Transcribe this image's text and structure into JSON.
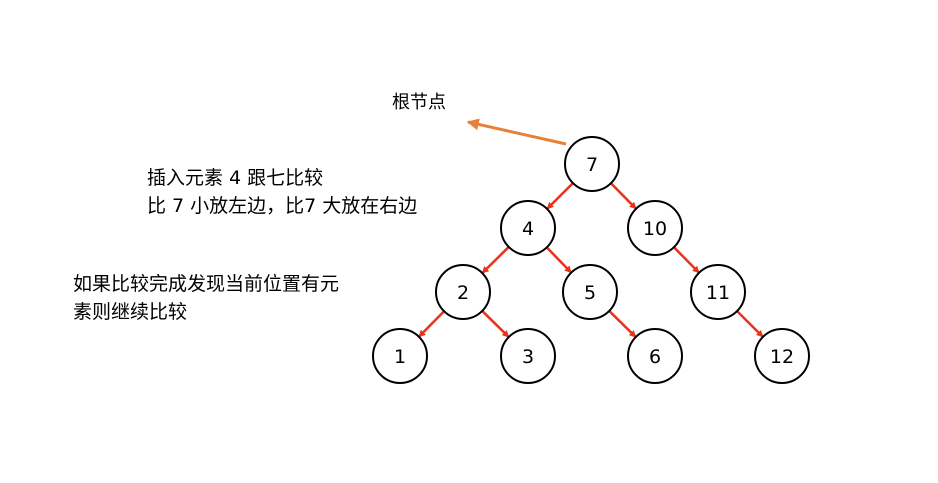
{
  "labels": {
    "root": "根节点",
    "note1_line1": "插入元素 4 跟七比较",
    "note1_line2": "比 7 小放左边，比7 大放在右边",
    "note2_line1": "如果比较完成发现当前位置有元",
    "note2_line2": "素则继续比较"
  },
  "tree": {
    "nodes": [
      {
        "id": "n7",
        "value": "7"
      },
      {
        "id": "n4",
        "value": "4"
      },
      {
        "id": "n10",
        "value": "10"
      },
      {
        "id": "n2",
        "value": "2"
      },
      {
        "id": "n5",
        "value": "5"
      },
      {
        "id": "n11",
        "value": "11"
      },
      {
        "id": "n1",
        "value": "1"
      },
      {
        "id": "n3",
        "value": "3"
      },
      {
        "id": "n6",
        "value": "6"
      },
      {
        "id": "n12",
        "value": "12"
      }
    ],
    "edges": [
      {
        "from": "n7",
        "to": "n4"
      },
      {
        "from": "n7",
        "to": "n10"
      },
      {
        "from": "n4",
        "to": "n2"
      },
      {
        "from": "n4",
        "to": "n5"
      },
      {
        "from": "n10",
        "to": "n11"
      },
      {
        "from": "n2",
        "to": "n1"
      },
      {
        "from": "n2",
        "to": "n3"
      },
      {
        "from": "n5",
        "to": "n6"
      },
      {
        "from": "n11",
        "to": "n12"
      }
    ]
  },
  "colors": {
    "edge": "#e8321a",
    "pointer_arrow": "#e8803a",
    "node_stroke": "#000000",
    "text": "#000000"
  }
}
